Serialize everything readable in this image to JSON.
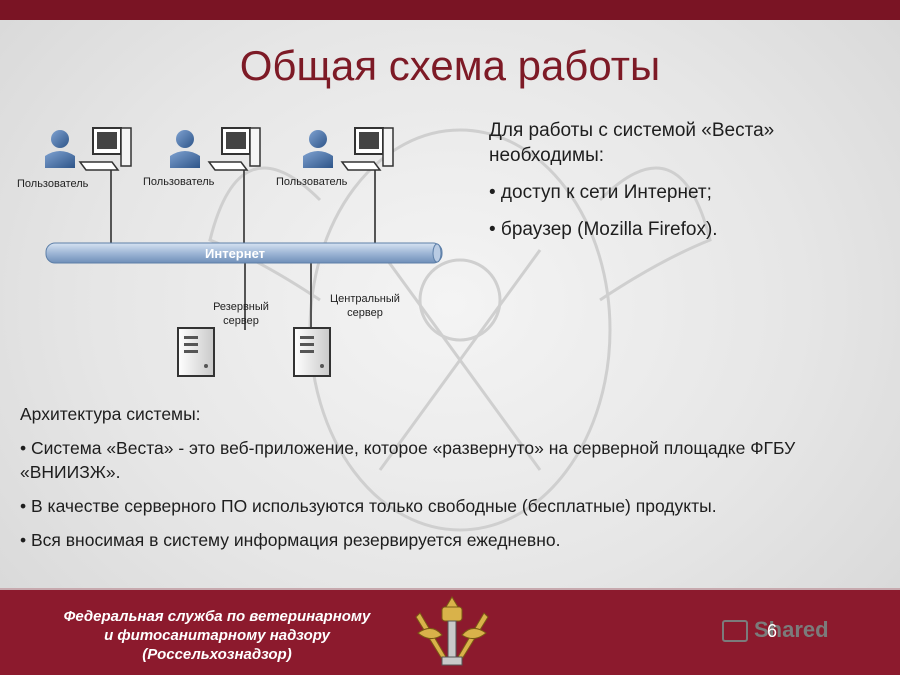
{
  "title": "Общая схема работы",
  "diagram": {
    "users": [
      "Пользователь",
      "Пользователь",
      "Пользователь"
    ],
    "network": "Интернет",
    "servers": [
      {
        "line1": "Резервный",
        "line2": "сервер"
      },
      {
        "line1": "Центральный",
        "line2": "сервер"
      }
    ]
  },
  "requirements": {
    "intro": "Для работы с системой «Веста» необходимы:",
    "items": [
      "• доступ к сети Интернет;",
      "• браузер (Mozilla Firefox)."
    ]
  },
  "architecture": {
    "heading": "Архитектура системы:",
    "items": [
      "• Система «Веста» - это веб-приложение, которое «развернуто» на серверной площадке ФГБУ «ВНИИЗЖ».",
      "• В качестве серверного ПО используются только свободные (бесплатные) продукты.",
      "• Вся вносимая в систему информация резервируется ежедневно."
    ]
  },
  "footer": {
    "agency_lines": [
      "Федеральная служба по ветеринарному",
      "и фитосанитарному надзору",
      "(Россельхознадзор)"
    ],
    "page_number": "6",
    "watermark": "Shared"
  },
  "colors": {
    "accent": "#7d1a26",
    "footer": "#8c1a2d",
    "topbar": "#7a1424",
    "network": "#9fb7d6"
  }
}
